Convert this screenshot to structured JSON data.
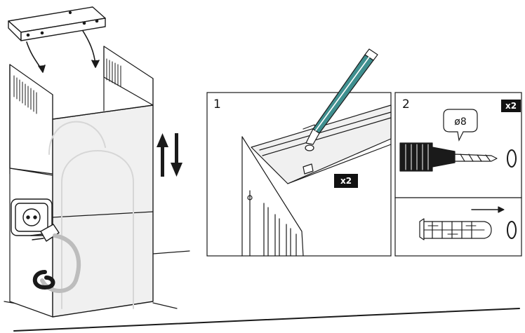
{
  "colors": {
    "line": "#1a1a1a",
    "panel_fill": "#f0f0f0",
    "accent": "#3f8f8f",
    "badge_bg": "#111111",
    "badge_text": "#ffffff",
    "cable": "#bdbdbd"
  },
  "overview": {
    "direction_icons": [
      "curved-arrow-down-icon",
      "curved-arrow-down-icon",
      "up-down-arrows-icon"
    ]
  },
  "step1": {
    "number": "1",
    "quantity": "x2",
    "icon": "pencil-icon"
  },
  "step2": {
    "number": "2",
    "quantity": "x2",
    "drill_size": "ø8",
    "icons": [
      "drill-icon",
      "wall-plug-icon",
      "ring-icon",
      "arrow-right-icon"
    ]
  }
}
